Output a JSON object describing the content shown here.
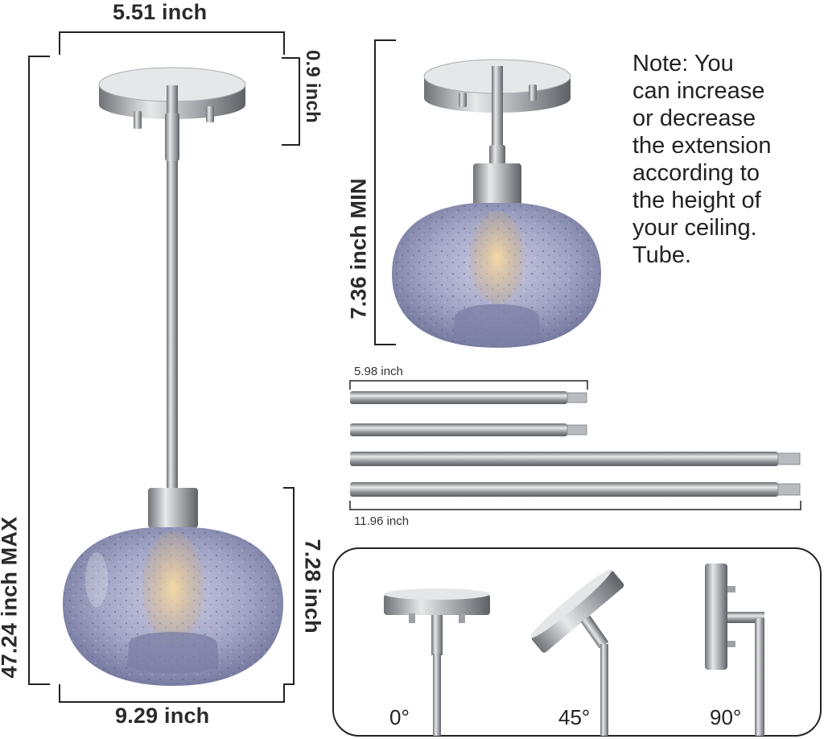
{
  "dimensions": {
    "top_width": "5.51 inch",
    "canopy_height": "0.9 inch",
    "max_length": "47.24 inch MAX",
    "shade_height": "7.28 inch",
    "shade_width": "9.29 inch",
    "min_length": "7.36 inch MIN",
    "short_rod": "5.98 inch",
    "long_rod": "11.96 inch"
  },
  "note": {
    "lines": [
      "Note: You",
      "can increase",
      "or decrease",
      "the extension",
      "according to",
      "the height of",
      "your ceiling.",
      "Tube."
    ]
  },
  "angles": [
    "0°",
    "45°",
    "90°"
  ],
  "colors": {
    "glass": "#8f93b8",
    "metal": "#b9bcc0",
    "line": "#222222"
  }
}
